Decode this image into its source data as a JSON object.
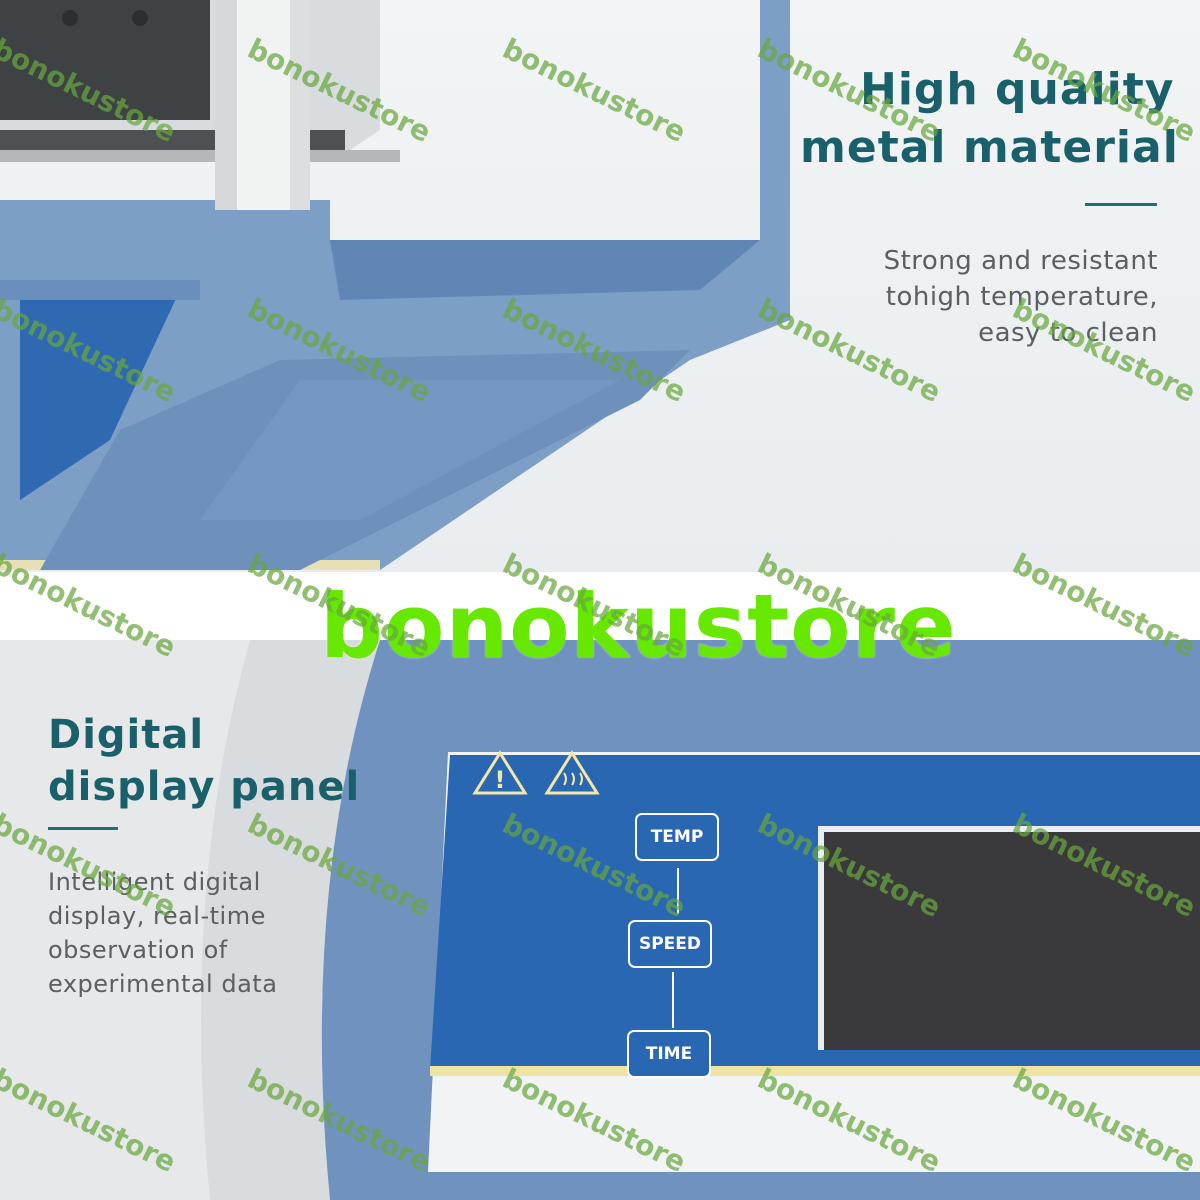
{
  "top_section": {
    "headline_lines": [
      "High quality",
      "metal material"
    ],
    "description_lines": [
      "Strong and resistant",
      "tohigh temperature,",
      "easy to clean"
    ]
  },
  "bottom_section": {
    "headline_lines": [
      "Digital",
      "display panel"
    ],
    "description_lines": [
      "Intelligent digital",
      "display, real-time",
      "observation of",
      "experimental data"
    ],
    "panel_buttons": [
      "TEMP",
      "SPEED",
      "TIME"
    ]
  },
  "banner_text": "bonokustore",
  "watermark_text": "bonokustore",
  "colors": {
    "headline": "#19606a",
    "device_blue": "#6f93be",
    "panel_blue": "#2a67b3",
    "banner_green": "#66e800",
    "screen_dark": "#3a3a3c"
  }
}
